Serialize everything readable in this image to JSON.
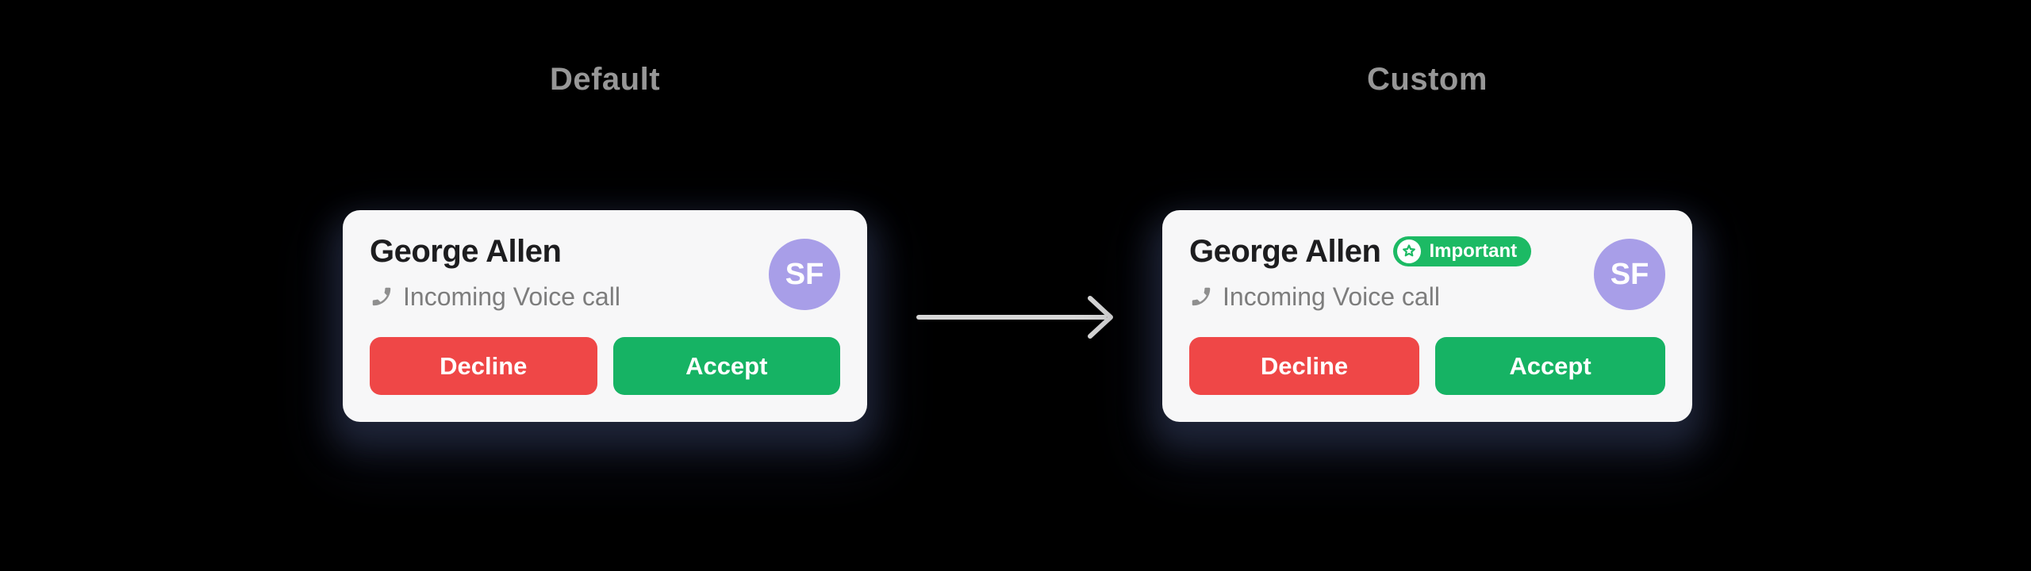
{
  "page": {
    "background": "#000000"
  },
  "colors": {
    "card-bg": "#f7f7f8",
    "name-color": "#1d1d1f",
    "subtitle-color": "#7d7d7d",
    "title-color": "#979797",
    "red": "#ef4747",
    "green": "#16b364",
    "badge-green": "#1cba64",
    "purple": "#a89ee8",
    "arrow-gray": "#d7d7d7"
  },
  "icons": {
    "phone": "phone-receiver-icon",
    "star": "star-icon",
    "arrow": "arrow-right-icon"
  },
  "sections": {
    "default": {
      "title": "Default",
      "card": {
        "name": "George Allen",
        "call_status": "Incoming Voice call",
        "avatar_initials": "SF",
        "decline_label": "Decline",
        "accept_label": "Accept"
      }
    },
    "custom": {
      "title": "Custom",
      "card": {
        "name": "George Allen",
        "badge_label": "Important",
        "call_status": "Incoming Voice call",
        "avatar_initials": "SF",
        "decline_label": "Decline",
        "accept_label": "Accept"
      }
    }
  }
}
